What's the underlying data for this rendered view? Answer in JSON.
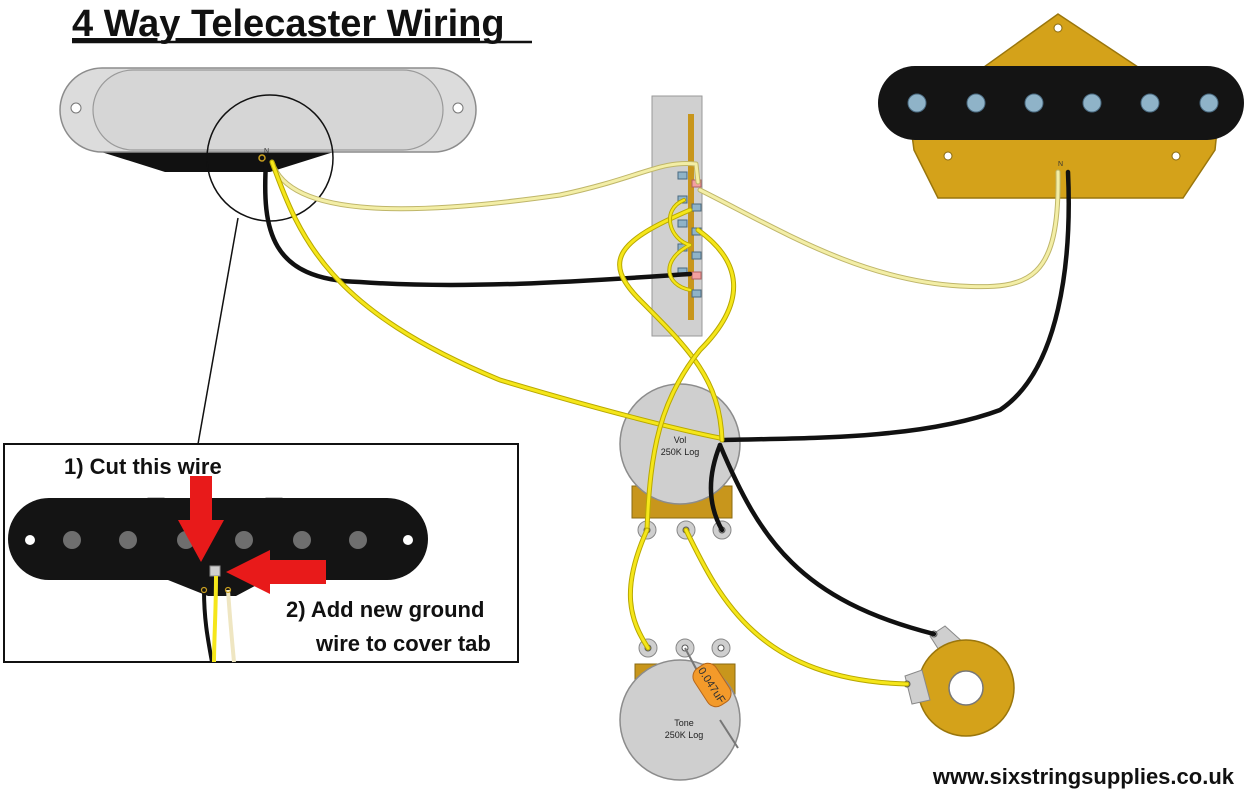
{
  "title": "4 Way Telecaster Wiring",
  "website": "www.sixstringsupplies.co.uk",
  "neck_pickup": {
    "polarity_mark": "N"
  },
  "bridge_pickup": {
    "polarity_mark": "N"
  },
  "volume_pot": {
    "line1": "Vol",
    "line2": "250K Log"
  },
  "tone_pot": {
    "line1": "Tone",
    "line2": "250K Log"
  },
  "capacitor": {
    "label": "0.047uF"
  },
  "inset": {
    "step1": "1) Cut this wire",
    "step2_line1": "2) Add new ground",
    "step2_line2": "wire to cover tab"
  },
  "colors": {
    "hot_wire": "#f5e61a",
    "pale_wire": "#f3eea6",
    "ground_wire": "#111111",
    "bridge_plate": "#d4a21a",
    "arrow": "#e81a1a"
  }
}
